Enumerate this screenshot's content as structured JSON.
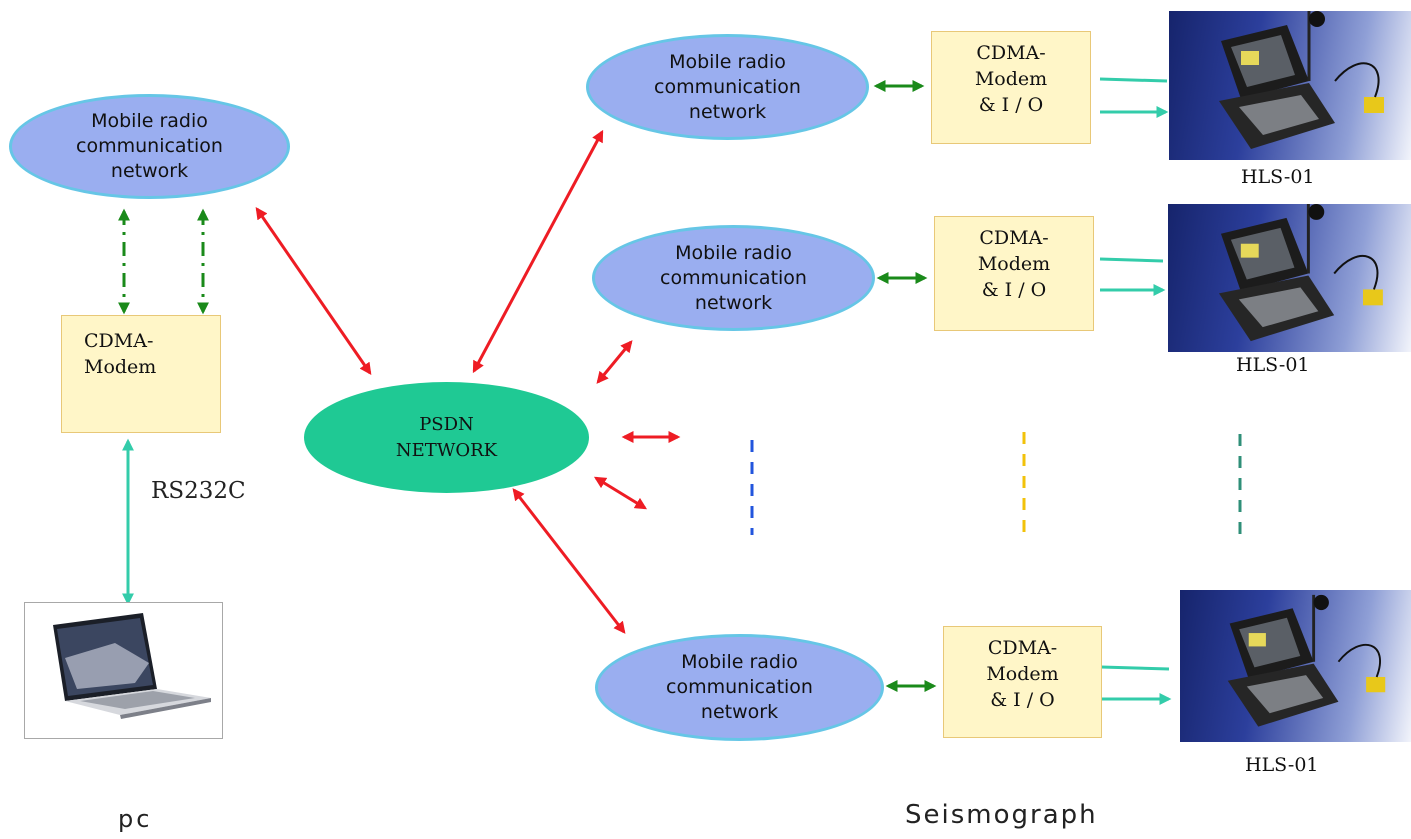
{
  "network_label": "Mobile radio\ncommunication\nnetwork",
  "psdn_label": "PSDN\nNETWORK",
  "pc_modem_label": "CDMA-\nModem",
  "field_modem_label": "CDMA-\nModem\n& I / O",
  "device_label": "HLS-01",
  "rs232_label": "RS232C",
  "pc_label": "pc",
  "seismograph_label": "Seismograph",
  "colors": {
    "network_fill": "#9aaef0",
    "network_border": "#66c6e6",
    "psdn_fill": "#1fc994",
    "modem_fill": "#fff6c8",
    "red_link": "#ee1c24",
    "green_link": "#1a8a1a",
    "teal_link": "#33ccaa",
    "blue_dash": "#2255dd",
    "yellow_dash": "#f2c20a",
    "teal_dash": "#2f8f78"
  }
}
